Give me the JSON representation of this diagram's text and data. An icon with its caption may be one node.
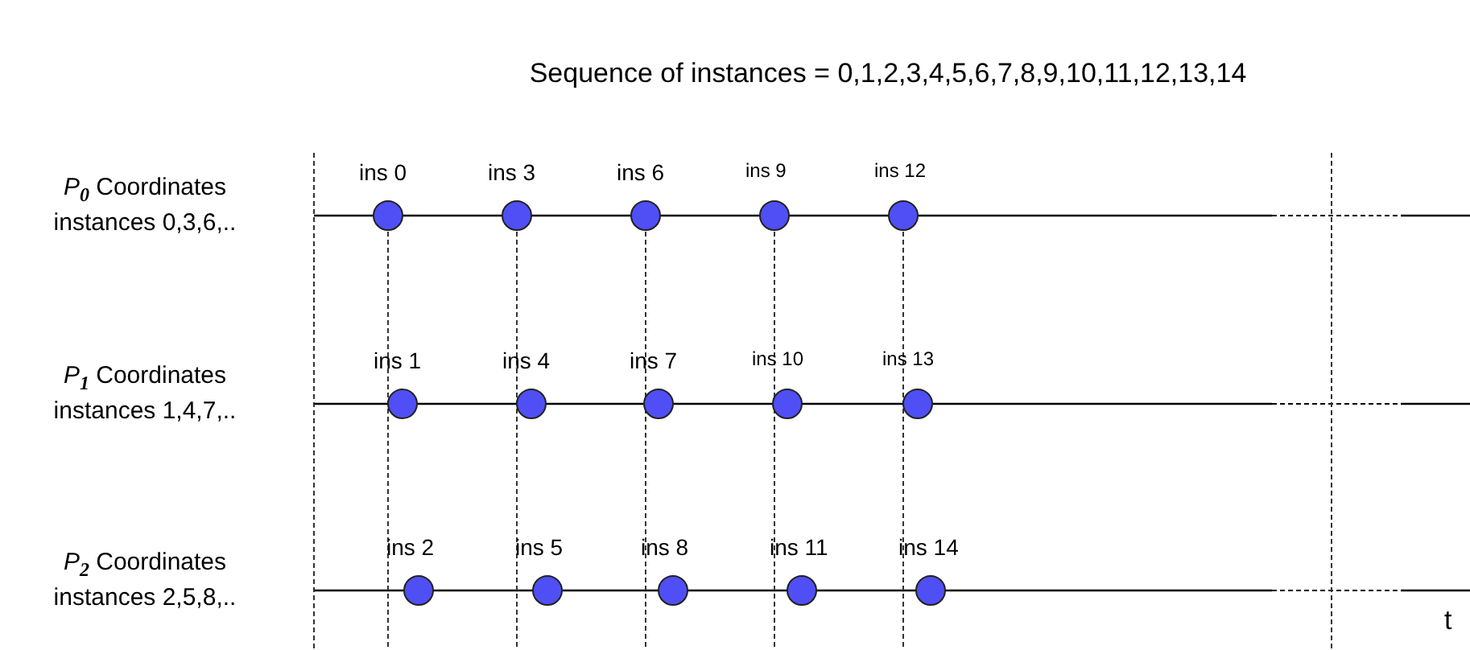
{
  "diagram": {
    "title": "Sequence of instances = 0,1,2,3,4,5,6,7,8,9,10,11,12,13,14",
    "nodes": [
      {
        "text": [],
        "shape": "circle",
        "beside": [
          "ins 0"
        ]
      },
      {
        "text": [],
        "shape": "circle",
        "beside": [
          "ins 3"
        ]
      },
      {
        "text": [],
        "shape": "circle",
        "beside": [
          "ins 6"
        ]
      },
      {
        "text": [],
        "shape": "circle",
        "beside": [
          "ins 9"
        ]
      },
      {
        "text": [],
        "shape": "circle",
        "beside": [
          "ins 12"
        ]
      },
      {
        "text": [],
        "shape": "circle",
        "beside": [
          "ins 1"
        ]
      },
      {
        "text": [],
        "shape": "circle",
        "beside": [
          "ins 4"
        ]
      },
      {
        "text": [],
        "shape": "circle",
        "beside": [
          "ins 7"
        ]
      },
      {
        "text": [],
        "shape": "circle",
        "beside": [
          "ins 10"
        ]
      },
      {
        "text": [],
        "shape": "circle",
        "beside": [
          "ins 13"
        ]
      },
      {
        "text": [],
        "shape": "circle",
        "beside": [
          "ins 2"
        ]
      },
      {
        "text": [],
        "shape": "circle",
        "beside": [
          "ins 5"
        ]
      },
      {
        "text": [],
        "shape": "circle",
        "beside": [
          "ins 8"
        ]
      },
      {
        "text": [],
        "shape": "circle",
        "beside": [
          "ins 11"
        ]
      },
      {
        "text": [],
        "shape": "circle",
        "beside": [
          "ins 14"
        ]
      }
    ],
    "labels": [
      "*P*$_{0}$ Coordinates",
      "instances 0,3,6,..",
      "*P*$_{1}$ Coordinates",
      "instances 1,4,7,..",
      "*P*$_{2}$ Coordinates",
      "instances 2,5,8,..",
      "t"
    ]
  }
}
